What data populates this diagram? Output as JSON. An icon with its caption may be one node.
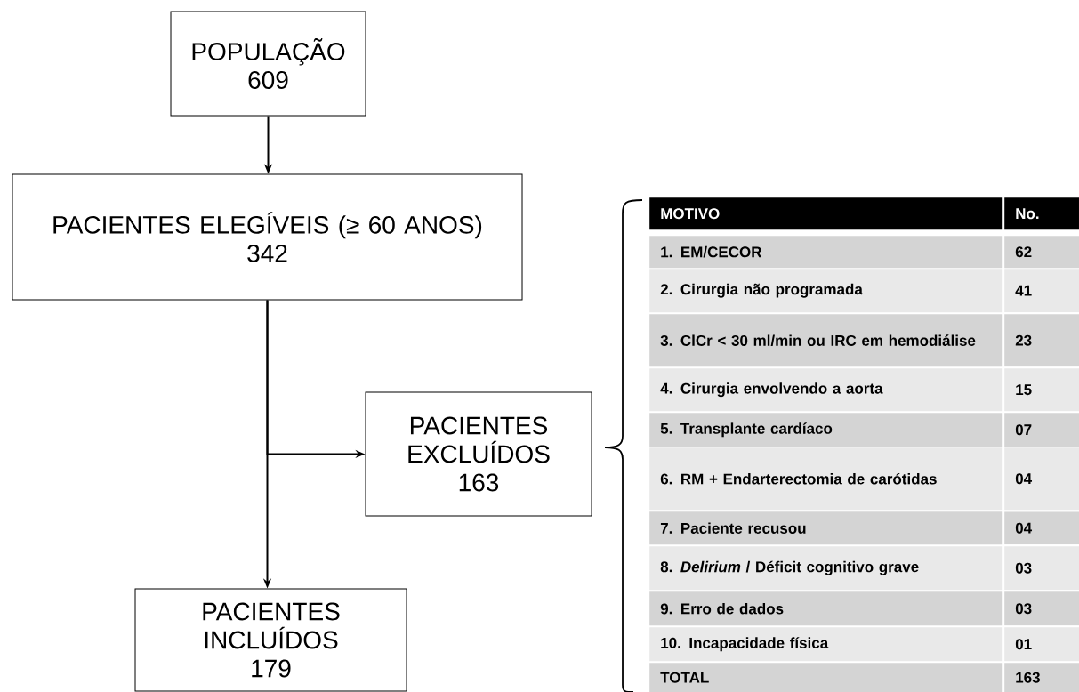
{
  "diagram": {
    "nodes": [
      {
        "text": [
          "POPULAÇÃO",
          "609"
        ]
      },
      {
        "text": [
          "PACIENTES ELEGÍVEIS (≥ 60 ANOS)",
          "342"
        ]
      },
      {
        "text": [
          "PACIENTES EXCLUÍDOS",
          "163"
        ]
      },
      {
        "text": [
          "PACIENTES INCLUÍDOS",
          "179"
        ]
      }
    ],
    "edges": [
      {
        "from": 0,
        "to": 1,
        "arrow": "to"
      },
      {
        "from": 1,
        "to": 2,
        "arrow": "to"
      },
      {
        "from": 1,
        "to": 3,
        "arrow": "to"
      }
    ],
    "labels": [
      "MOTIVO",
      "No.",
      "1. EM/CECOR",
      "62",
      "2. Cirurgia não programada",
      "41",
      "3. ClCr < 30 ml/min ou IRC em hemodiálise",
      "23",
      "4. Cirurgia envolvendo a aorta",
      "15",
      "5. Transplante cardíaco",
      "07",
      "6. RM + Endarterectomia de carótidas",
      "04",
      "7. Paciente recusou",
      "04",
      "8. *Delirium* / Déficit cognitivo grave",
      "03",
      "9. Erro de dados",
      "03",
      "10. Incapacidade física",
      "01",
      "TOTAL",
      "163"
    ]
  }
}
